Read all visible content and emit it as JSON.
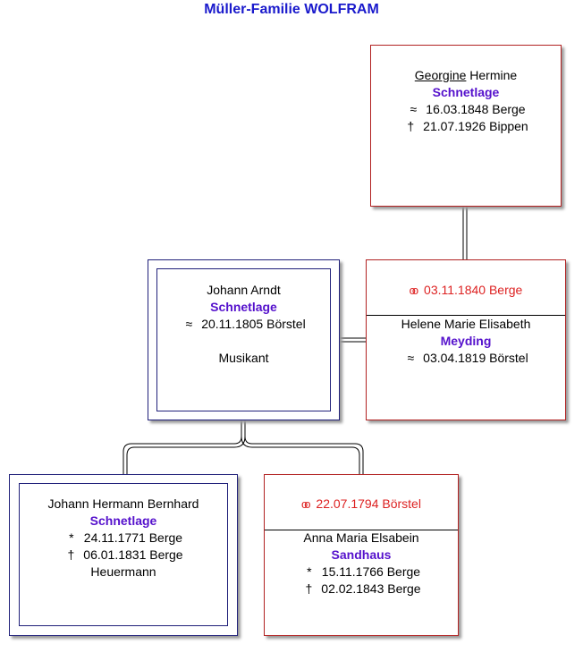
{
  "title": "Müller-Familie WOLFRAM",
  "colors": {
    "title": "#1a1acc",
    "surname": "#5511cc",
    "marriage": "#dd2222",
    "blue_border": "#20207a",
    "red_border": "#b22222"
  },
  "georgine": {
    "first_name_underlined": "Georgine",
    "first_name_rest": "Hermine",
    "surname": "Schnetlage",
    "baptism_symbol": "≈",
    "baptism": "16.03.1848 Berge",
    "death_symbol": "†",
    "death": "21.07.1926 Bippen"
  },
  "johann_arndt": {
    "given_names": "Johann Arndt",
    "surname": "Schnetlage",
    "baptism_symbol": "≈",
    "baptism": "20.11.1805 Börstel",
    "occupation": "Musikant"
  },
  "marriage_1840": {
    "ring_symbol": "oo",
    "date_place": "03.11.1840 Berge",
    "spouse_given_names": "Helene Marie Elisabeth",
    "spouse_surname": "Meyding",
    "baptism_symbol": "≈",
    "baptism": "03.04.1819 Börstel"
  },
  "johann_hermann": {
    "given_names": "Johann Hermann Bernhard",
    "surname": "Schnetlage",
    "birth_symbol": "*",
    "birth": "24.11.1771 Berge",
    "death_symbol": "†",
    "death": "06.01.1831 Berge",
    "occupation": "Heuermann"
  },
  "marriage_1794": {
    "ring_symbol": "oo",
    "date_place": "22.07.1794 Börstel",
    "spouse_given_names": "Anna Maria Elsabein",
    "spouse_surname": "Sandhaus",
    "birth_symbol": "*",
    "birth": "15.11.1766 Berge",
    "death_symbol": "†",
    "death": "02.02.1843 Berge"
  }
}
